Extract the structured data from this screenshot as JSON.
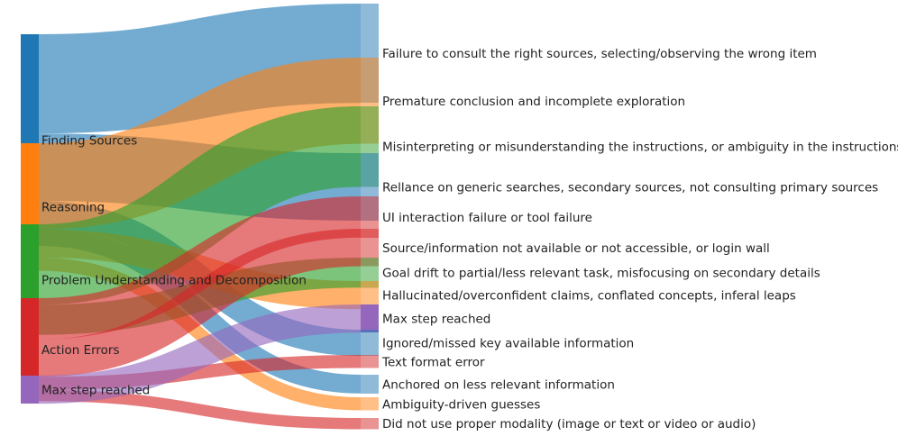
{
  "sources": [
    {
      "id": "finding",
      "label": "Finding Sources",
      "color": "#1f77b4"
    },
    {
      "id": "reasoning",
      "label": "Reasoning",
      "color": "#ff7f0e"
    },
    {
      "id": "problem",
      "label": "Problem Understanding and Decomposition",
      "color": "#2ca02c"
    },
    {
      "id": "action",
      "label": "Action Errors",
      "color": "#d62728"
    },
    {
      "id": "maxstep",
      "label": "Max step reached",
      "color": "#9467bd"
    }
  ],
  "targets": [
    {
      "id": "t1",
      "label": "Failure to consult the right sources, selecting/observing the wrong item",
      "source": "finding"
    },
    {
      "id": "t2",
      "label": "Premature conclusion and incomplete exploration",
      "source": "reasoning"
    },
    {
      "id": "t3",
      "label": "Misinterpreting or misunderstanding the instructions, or ambiguity in the instructions",
      "source": "problem"
    },
    {
      "id": "t4",
      "label": "Rellance on generic searches, secondary sources, not consulting primary sources",
      "source": "finding"
    },
    {
      "id": "t5",
      "label": "UI interaction failure or tool failure",
      "source": "action"
    },
    {
      "id": "t6",
      "label": "Source/information not available or not accessible, or login wall",
      "source": "action"
    },
    {
      "id": "t7",
      "label": "Goal drift to partial/less relevant task, misfocusing on secondary details",
      "source": "problem"
    },
    {
      "id": "t8",
      "label": "Hallucinated/overconfident claims, conflated concepts, inferal leaps",
      "source": "reasoning"
    },
    {
      "id": "t9",
      "label": "Max step reached",
      "source": "maxstep"
    },
    {
      "id": "t10",
      "label": "Ignored/missed key available information",
      "source": "finding"
    },
    {
      "id": "t11",
      "label": "Text format error",
      "source": "action"
    },
    {
      "id": "t12",
      "label": "Anchored on less relevant information",
      "source": "finding"
    },
    {
      "id": "t13",
      "label": "Ambiguity-driven guesses",
      "source": "reasoning"
    },
    {
      "id": "t14",
      "label": "Did not use proper modality (image or text or video or audio)",
      "source": "action"
    }
  ],
  "links": [
    {
      "source": "finding",
      "target": "t1",
      "value": 53
    },
    {
      "source": "finding",
      "target": "t4",
      "value": 36
    },
    {
      "source": "finding",
      "target": "t10",
      "value": 14
    },
    {
      "source": "finding",
      "target": "t12",
      "value": 10
    },
    {
      "source": "reasoning",
      "target": "t2",
      "value": 46
    },
    {
      "source": "reasoning",
      "target": "t8",
      "value": 15
    },
    {
      "source": "reasoning",
      "target": "t13",
      "value": 7
    },
    {
      "source": "problem",
      "target": "t3",
      "value": 43
    },
    {
      "source": "problem",
      "target": "t7",
      "value": 16
    },
    {
      "source": "action",
      "target": "t5",
      "value": 22
    },
    {
      "source": "action",
      "target": "t6",
      "value": 20
    },
    {
      "source": "action",
      "target": "t11",
      "value": 7
    },
    {
      "source": "action",
      "target": "t14",
      "value": 6
    },
    {
      "source": "maxstep",
      "target": "t9",
      "value": 15
    }
  ]
}
